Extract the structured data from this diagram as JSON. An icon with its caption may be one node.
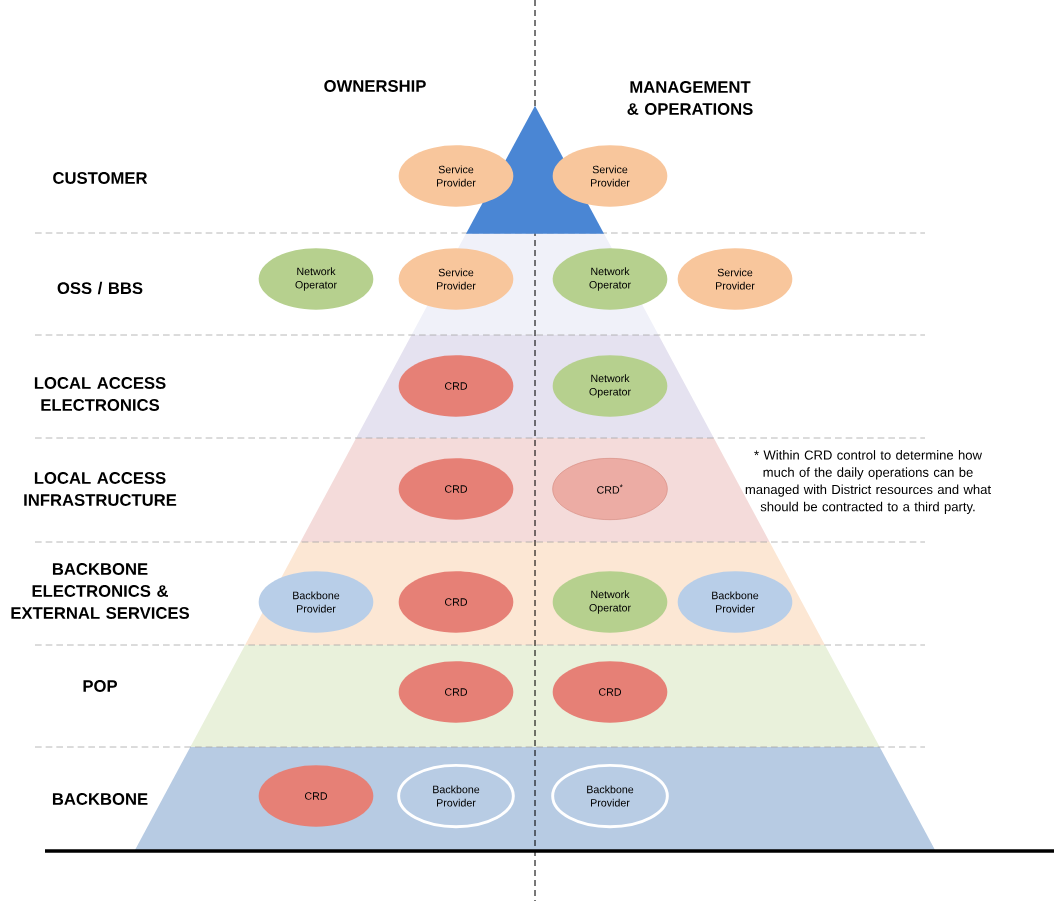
{
  "diagram": {
    "nodes": [
      {
        "text": [],
        "shape": "triangle"
      },
      {
        "text": [
          "Service Provider"
        ]
      },
      {
        "text": [
          "Service Provider"
        ]
      },
      {
        "text": [
          "Network Operator"
        ]
      },
      {
        "text": [
          "Service Provider"
        ]
      },
      {
        "text": [
          "Network Operator"
        ]
      },
      {
        "text": [
          "Service Provider"
        ]
      },
      {
        "text": [
          "CRD"
        ]
      },
      {
        "text": [
          "Network Operator"
        ]
      },
      {
        "text": [
          "CRD"
        ]
      },
      {
        "text": [
          "CRD$^{*}$"
        ]
      },
      {
        "text": [
          "Backbone Provider"
        ]
      },
      {
        "text": [
          "CRD"
        ]
      },
      {
        "text": [
          "Network Operator"
        ]
      },
      {
        "text": [
          "Backbone Provider"
        ]
      },
      {
        "text": [
          "CRD"
        ]
      },
      {
        "text": [
          "CRD"
        ]
      },
      {
        "text": [
          "CRD"
        ]
      },
      {
        "text": [
          "Backbone Provider"
        ]
      },
      {
        "text": [
          "Backbone Provider"
        ]
      }
    ],
    "labels": [
      "OWNERSHIP",
      "MANAGEMENT & OPERATIONS",
      "CUSTOMER",
      "OSS / BBS",
      "LOCAL ACCESS ELECTRONICS",
      "LOCAL ACCESS INFRASTRUCTURE",
      "BACKBONE ELECTRONICS & EXTERNAL SERVICES",
      "POP",
      "BACKBONE",
      "* Within CRD control to determine how much of the daily operations can be managed with District resources and what should be contracted to a third party."
    ]
  }
}
